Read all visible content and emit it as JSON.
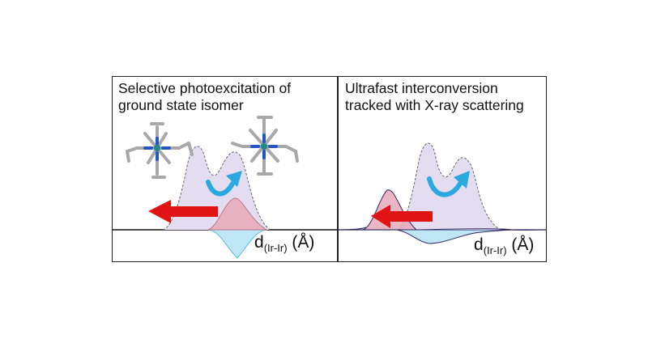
{
  "panels": {
    "left": {
      "title_line1": "Selective photoexcitation of",
      "title_line2": "ground state isomer",
      "axis_label_main": "d",
      "axis_label_sub": "(Ir-Ir)",
      "axis_label_unit": " (Å)"
    },
    "right": {
      "title_line1": "Ultrafast interconversion",
      "title_line2": "tracked with X-ray scattering",
      "axis_label_main": "d",
      "axis_label_sub": "(Ir-Ir)",
      "axis_label_unit": " (Å)"
    }
  },
  "colors": {
    "ground_state_fill": "#e4dcf0",
    "excited_fill": "#e8a9b8",
    "depletion_fill": "#bfe6f5",
    "red_arrow": "#e01414",
    "curved_arrow": "#2aa8e0",
    "molecule_gray": "#a8a8a8",
    "molecule_blue": "#2356c8",
    "molecule_teal": "#1a8a8a"
  },
  "icons": {
    "left_arrow": "red-left-arrow-icon",
    "curved_arrow": "curved-arrow-icon",
    "molecule": "molecule-structure-icon"
  }
}
